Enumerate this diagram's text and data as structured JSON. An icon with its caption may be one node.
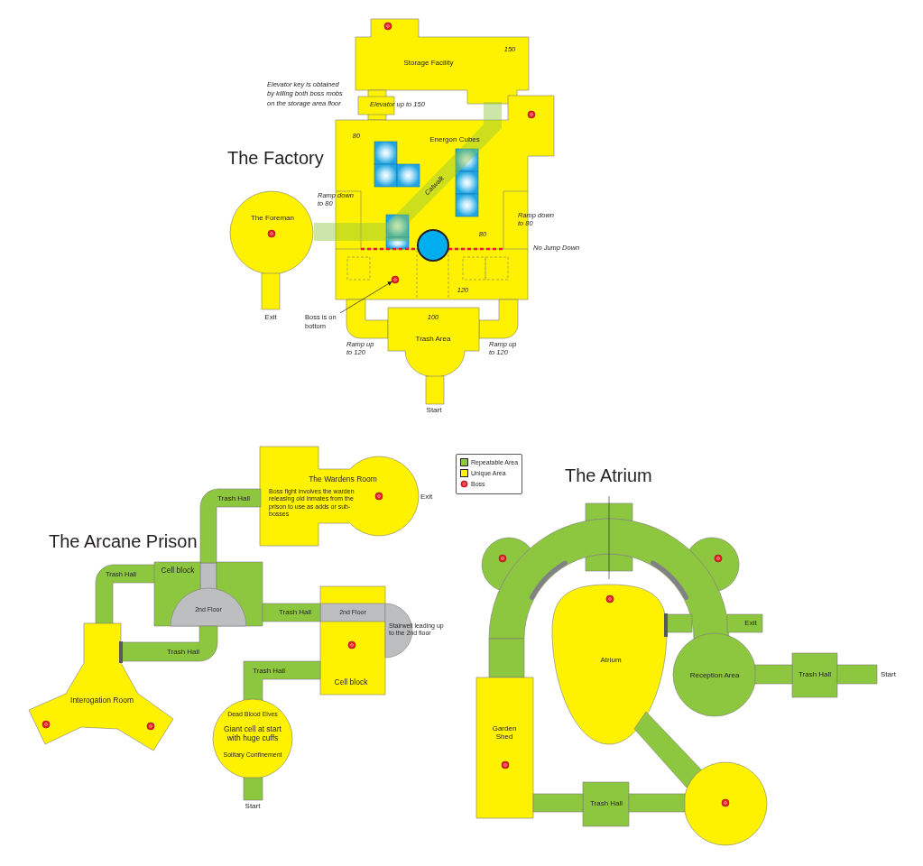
{
  "diagram": {
    "nodes": [
      {
        "text": [
          "Storage Facility",
          "150"
        ]
      },
      {
        "text": [
          "Elevator up to 150"
        ]
      },
      {
        "text": [
          "80",
          "Energon Cubes",
          "Catwalk",
          "80",
          "120"
        ]
      },
      {
        "text": [
          "The Foreman"
        ]
      },
      {
        "text": [],
        "shape": "bar",
        "beside": [
          "Exit"
        ]
      },
      {
        "text": [],
        "shape": "circle",
        "in": 2
      },
      {
        "text": [],
        "shape": "bar"
      },
      {
        "text": [],
        "shape": "bar"
      },
      {
        "text": [
          "100",
          "Trash Area"
        ]
      },
      {
        "text": [
          "Boss is on bottom"
        ]
      },
      {
        "text": [],
        "shape": "bar",
        "beside": [
          "Start"
        ]
      },
      {
        "text": [
          "The Wardens Room",
          "Boss fight involves the warden releasing old inmates from the prison to use as adds or sub-bosses"
        ],
        "beside": [
          "Exit"
        ]
      },
      {
        "text": [
          "Trash Hall"
        ]
      },
      {
        "text": [
          "Trash Hall"
        ]
      },
      {
        "text": [
          "Cell block"
        ]
      },
      {
        "text": [
          "2nd Floor"
        ],
        "in": 14
      },
      {
        "text": [
          "Cell block"
        ]
      },
      {
        "text": [
          "2nd Floor"
        ],
        "in": 16
      },
      {
        "text": [
          "Trash Hall"
        ]
      },
      {
        "text": [
          "Stairwell leading up to the 2nd floor"
        ]
      },
      {
        "text": [
          "Interogation Room"
        ]
      },
      {
        "text": [
          "Trash Hall"
        ]
      },
      {
        "text": [
          "Trash Hall"
        ]
      },
      {
        "text": [
          "Dead Blood Elves",
          "Giant cell at start with huge cuffs",
          "Solitary Confinement"
        ]
      },
      {
        "text": [],
        "shape": "bar",
        "beside": [
          "Start"
        ]
      },
      {
        "text": [],
        "shape": "box"
      },
      {
        "text": [],
        "shape": "arch"
      },
      {
        "text": [],
        "shape": "circle"
      },
      {
        "text": [],
        "shape": "circle"
      },
      {
        "text": [
          "Atrium"
        ]
      },
      {
        "text": [
          "Exit"
        ]
      },
      {
        "text": [
          "Reception Area"
        ]
      },
      {
        "text": [
          "Trash Hall"
        ]
      },
      {
        "text": [],
        "shape": "bar"
      },
      {
        "text": [],
        "shape": "bar",
        "beside": [
          "Start"
        ]
      },
      {
        "text": [
          "Garden Shed"
        ]
      },
      {
        "text": [],
        "shape": "bar"
      },
      {
        "text": [],
        "shape": "circle"
      },
      {
        "text": [
          "Trash Hall"
        ]
      },
      {
        "text": [],
        "shape": "bar"
      },
      {
        "text": [],
        "shape": "bar"
      }
    ],
    "edges": [
      {
        "from": 9,
        "to": 5,
        "arrow": "to"
      }
    ],
    "labels": [
      "Elevator key is obtained by killing both boss mobs on the storage area floor",
      "The Factory",
      "Ramp down to 80",
      "Ramp down to 80",
      "No Jump Down",
      "Ramp up to 120",
      "Ramp up to 120",
      "The Atrium",
      "The Arcane Prison"
    ],
    "legend": [
      {
        "text": "Repeatable Area",
        "color": "#8dc63f"
      },
      {
        "text": "Unique Area",
        "color": "#fff200"
      },
      {
        "text": "Boss"
      }
    ]
  }
}
